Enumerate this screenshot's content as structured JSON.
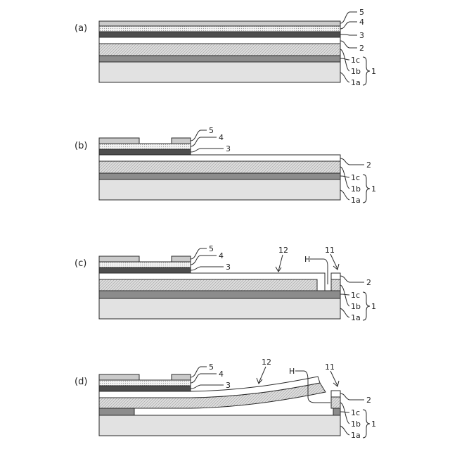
{
  "panels": [
    {
      "label": "(a)"
    },
    {
      "label": "(b)"
    },
    {
      "label": "(c)"
    },
    {
      "label": "(d)"
    }
  ],
  "refs": {
    "r1": "1",
    "r1a": "1a",
    "r1b": "1b",
    "r1c": "1c",
    "r2": "2",
    "r3": "3",
    "r4": "4",
    "r5": "5",
    "r11": "11",
    "r12": "12",
    "rH": "H"
  },
  "colors": {
    "outline": "#2b2b2b",
    "substrate_1a": "#e2e2e2",
    "layer_1b_hatch": "#cfcfcf",
    "layer_1c": "#8c8c8c",
    "layer_2": "#ffffff",
    "layer_3": "#4d4d4d",
    "layer_4_dots": "#ececec",
    "layer_5": "#cacaca"
  }
}
